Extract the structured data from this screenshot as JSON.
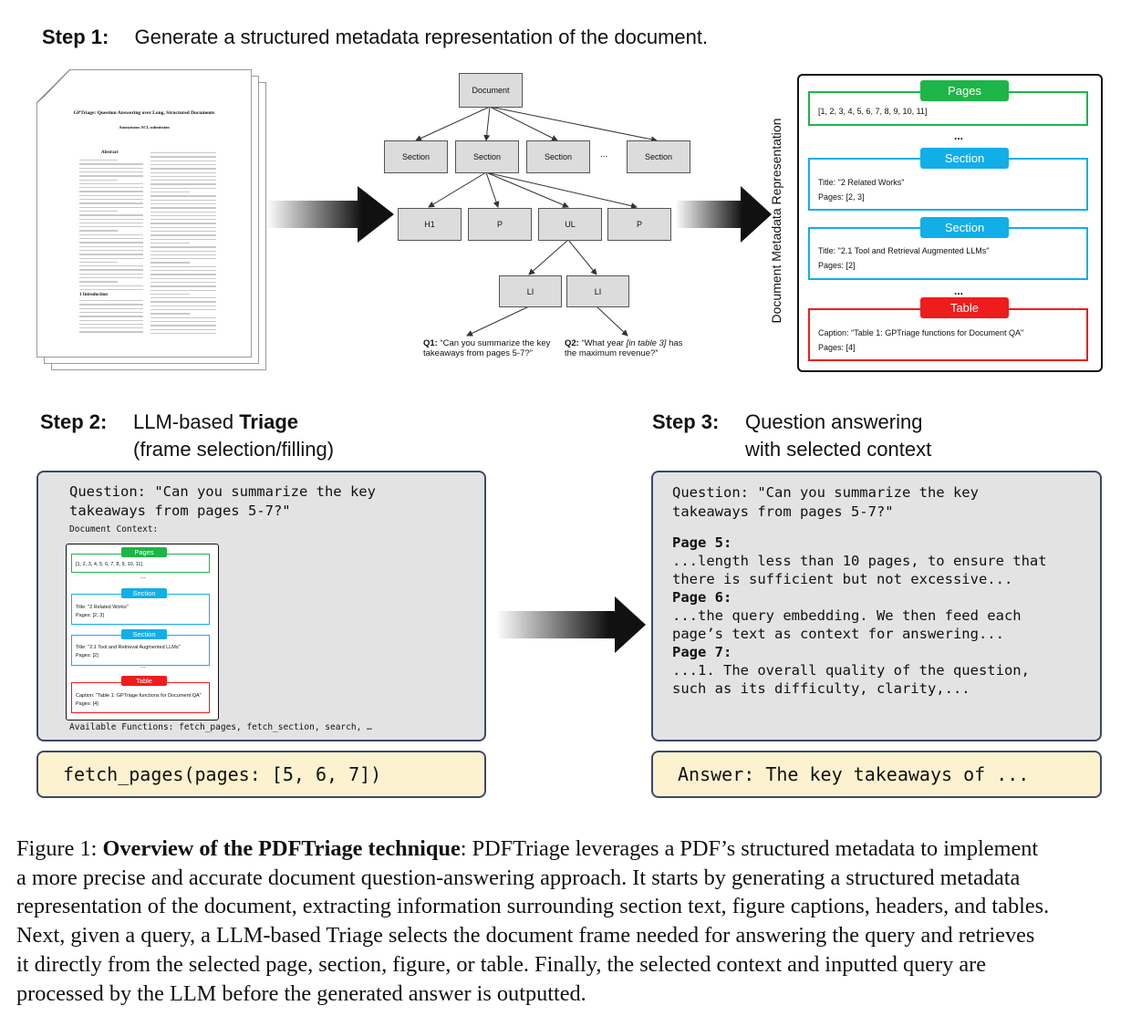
{
  "step1": {
    "num": "Step 1:",
    "text": "Generate a structured metadata representation of the document."
  },
  "document": {
    "paper_title": "GPTriage: Question Answering over Long, Structured Documents",
    "paper_author": "Anonymous ACL submission",
    "abstract_heading": "Abstract",
    "intro_heading": "1   Introduction"
  },
  "tree": {
    "root": "Document",
    "sections": [
      "Section",
      "Section",
      "Section",
      "...",
      "Section"
    ],
    "children": [
      "H1",
      "P",
      "UL",
      "P"
    ],
    "list_items": [
      "LI",
      "LI"
    ],
    "q1_label": "Q1:",
    "q1_text": "“Can you summarize the key takeaways from pages 5-7?”",
    "q2_label": "Q2:",
    "q2_text_a": "“What year ",
    "q2_text_b": "[in table 3]",
    "q2_text_c": " has the maximum revenue?”"
  },
  "metadata": {
    "vertical_label": "Document Metadata Representation",
    "ellipsis": "...",
    "cards": [
      {
        "badge": "Pages",
        "lines": [
          "[1, 2, 3, 4, 5, 6, 7, 8, 9, 10, 11]"
        ]
      },
      {
        "badge": "Section",
        "lines": [
          "Title: \"2 Related Works\"",
          "Pages: [2, 3]"
        ]
      },
      {
        "badge": "Section",
        "lines": [
          "Title: \"2.1 Tool and Retrieval Augmented LLMs\"",
          "Pages: [2]"
        ]
      },
      {
        "badge": "Table",
        "lines": [
          "Caption: \"Table 1: GPTriage functions for Document QA\"",
          "Pages: [4]"
        ]
      }
    ]
  },
  "colors": {
    "pages": "#1db547",
    "section": "#12aee8",
    "table": "#ee1c1c",
    "box_border": "#3b4a66",
    "grey_box": "#e3e3e4",
    "yellow_box": "#fdf2cf"
  },
  "step2": {
    "num": "Step 2:",
    "text_a": "LLM-based ",
    "text_b": "Triage",
    "text_c": "(frame selection/filling)",
    "question_l1": "Question: \"Can you summarize the key",
    "question_l2": "takeaways from pages 5-7?\"",
    "context_label": "Document Context:",
    "functions": "Available Functions: fetch_pages, fetch_section, search, …",
    "call": "fetch_pages(pages: [5, 6, 7])"
  },
  "step3": {
    "num": "Step 3:",
    "text_a": "Question answering",
    "text_b": "with selected context",
    "question_l1": "Question: \"Can you summarize the key",
    "question_l2": "takeaways from pages 5-7?\"",
    "pages": [
      {
        "label": "Page 5:",
        "lines": [
          "...length less than 10 pages, to ensure that",
          "there is sufficient but not excessive..."
        ]
      },
      {
        "label": "Page 6:",
        "lines": [
          "...the query embedding. We then feed each",
          "page’s text as context for answering..."
        ]
      },
      {
        "label": "Page 7:",
        "lines": [
          "...1. The overall quality of the question,",
          "such as its difficulty, clarity,..."
        ]
      }
    ],
    "answer": "Answer: The key takeaways of ..."
  },
  "caption": {
    "prefix": "Figure 1: ",
    "bold": "Overview of the PDFTriage technique",
    "l1_rest": ": PDFTriage leverages a PDF’s structured metadata to implement",
    "l2": "a more precise and accurate document question-answering approach. It starts by generating a structured metadata",
    "l3": "representation of the document, extracting information surrounding section text, figure captions, headers, and tables.",
    "l4": "Next, given a query, a LLM-based Triage selects the document frame needed for answering the query and retrieves",
    "l5": "it directly from the selected page, section, figure, or table. Finally, the selected context and inputted query are",
    "l6": "processed by the LLM before the generated answer is outputted."
  }
}
